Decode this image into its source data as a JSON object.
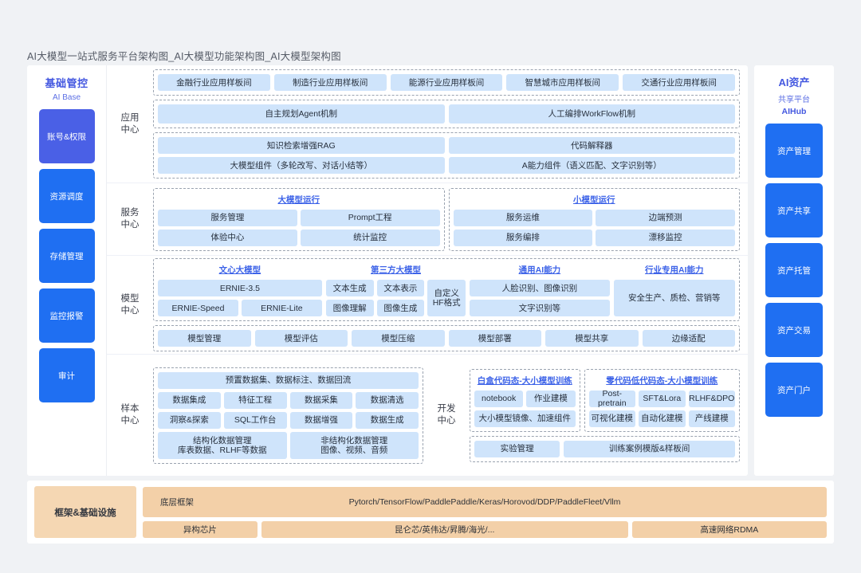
{
  "page": {
    "title": "AI大模型一站式服务平台架构图_AI大模型功能架构图_AI大模型架构图"
  },
  "colors": {
    "accent_blue": "#1f6ff2",
    "accent_purple": "#4a60e6",
    "tile_blue": "#cfe4fb",
    "infra_orange": "#f3d0a8",
    "title_blue": "#3d63e8"
  },
  "left_column": {
    "title": "基础管控",
    "subtitle": "AI Base",
    "items": [
      {
        "label": "账号&权限"
      },
      {
        "label": "资源调度"
      },
      {
        "label": "存储管理"
      },
      {
        "label": "监控报警"
      },
      {
        "label": "审计"
      }
    ]
  },
  "right_column": {
    "title": "AI资产",
    "subtitle": "共享平台",
    "subtitle2": "AIHub",
    "items": [
      {
        "label": "资产管理"
      },
      {
        "label": "资产共享"
      },
      {
        "label": "资产托管"
      },
      {
        "label": "资产交易"
      },
      {
        "label": "资产门户"
      }
    ]
  },
  "rows": {
    "application": {
      "label": "应用\n中心",
      "label_l1": "应用",
      "label_l2": "中心",
      "showrooms": [
        "金融行业应用样板间",
        "制造行业应用样板间",
        "能源行业应用样板间",
        "智慧城市应用样板间",
        "交通行业应用样板间"
      ],
      "mechanisms": [
        "自主规划Agent机制",
        "人工编排WorkFlow机制"
      ],
      "components_left": [
        "知识检索增强RAG",
        "大模型组件（多轮改写、对话小结等）"
      ],
      "components_right": [
        "代码解释器",
        "A能力组件（语义匹配、文字识别等）"
      ]
    },
    "service": {
      "label_l1": "服务",
      "label_l2": "中心",
      "groups": [
        {
          "title": "大模型运行",
          "items": [
            "服务管理",
            "Prompt工程",
            "体验中心",
            "统计监控"
          ]
        },
        {
          "title": "小模型运行",
          "items": [
            "服务运维",
            "边端预测",
            "服务编排",
            "漂移监控"
          ]
        }
      ]
    },
    "model": {
      "label_l1": "模型",
      "label_l2": "中心",
      "wenxin": {
        "title": "文心大模型",
        "items": [
          "ERNIE-3.5",
          "ERNIE-Speed",
          "ERNIE-Lite"
        ]
      },
      "thirdparty": {
        "title": "第三方大模型",
        "items": [
          "文本生成",
          "文本表示",
          "图像理解",
          "图像生成"
        ],
        "custom_l1": "自定义",
        "custom_l2": "HF格式"
      },
      "general_ai": {
        "title": "通用AI能力",
        "items": [
          "人脸识别、图像识别",
          "文字识别等"
        ]
      },
      "industry_ai": {
        "title": "行业专用AI能力",
        "items": [
          "安全生产、质检、营销等"
        ]
      },
      "ops": [
        "模型管理",
        "模型评估",
        "模型压缩",
        "模型部署",
        "模型共享",
        "边缘适配"
      ]
    },
    "sample": {
      "label_l1": "样本",
      "label_l2": "中心",
      "top": "预置数据集、数据标注、数据回流",
      "grid": [
        "数据集成",
        "特征工程",
        "数据采集",
        "数据清选",
        "洞察&探索",
        "SQL工作台",
        "数据增强",
        "数据生成"
      ],
      "managed": [
        {
          "l1": "结构化数据管理",
          "l2": "库表数据、RLHF等数据"
        },
        {
          "l1": "非结构化数据管理",
          "l2": "图像、视频、音频"
        }
      ]
    },
    "develop": {
      "label_l1": "开发",
      "label_l2": "中心",
      "whitebox": {
        "title": "白盒代码态-大小模型训练",
        "items": [
          "notebook",
          "作业建模"
        ],
        "wide": "大小模型镜像、加速组件"
      },
      "lowcode": {
        "title": "零代码低代码态-大小模型训练",
        "items": [
          "Post-pretrain",
          "SFT&Lora",
          "RLHF&DPO",
          "可视化建模",
          "自动化建模",
          "产线建模"
        ]
      },
      "bottom": [
        "实验管理",
        "训练案例模版&样板间"
      ]
    }
  },
  "infrastructure": {
    "label": "框架&基础设施",
    "framework_label": "底层框架",
    "framework_value": "Pytorch/TensorFlow/PaddlePaddle/Keras/Horovod/DDP/PaddleFleet/Vllm",
    "chips_label": "异构芯片",
    "chips_value": "昆仑芯/英伟达/昇腾/海光/...",
    "network": "高速网络RDMA"
  }
}
